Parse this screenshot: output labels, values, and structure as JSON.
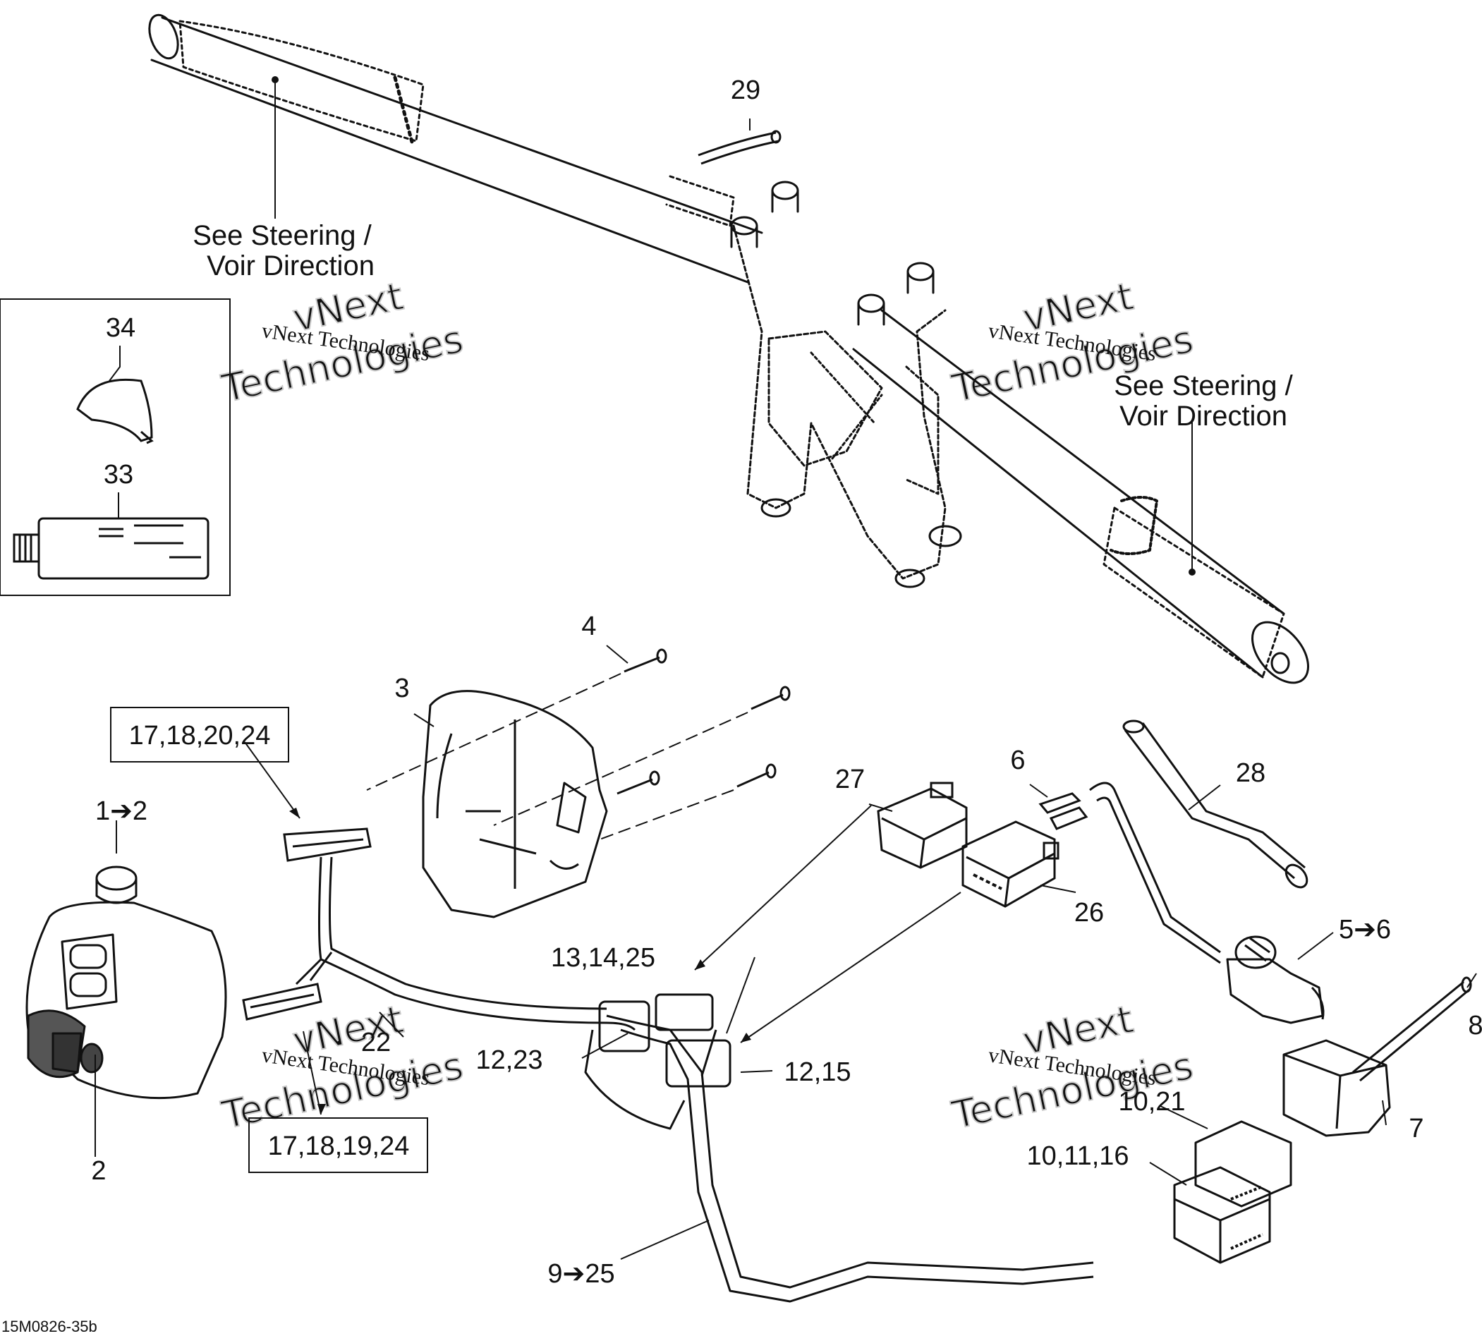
{
  "figure_code": "15M0826-35b",
  "notes": {
    "steering_left": {
      "line1": "See Steering /",
      "line2": "Voir Direction"
    },
    "steering_right": {
      "line1": "See Steering /",
      "line2": "Voir Direction"
    }
  },
  "callouts": {
    "c29": "29",
    "c34": "34",
    "c33": "33",
    "c4": "4",
    "c3": "3",
    "c17_18_20_24": "17,18,20,24",
    "c1_2": "1➔2",
    "c27": "27",
    "c6": "6",
    "c28": "28",
    "c26": "26",
    "c5_6": "5➔6",
    "c13_14_25": "13,14,25",
    "c8": "8",
    "c22": "22",
    "c12_23": "12,23",
    "c12_15": "12,15",
    "c7": "7",
    "c10_21": "10,21",
    "c10_11_16": "10,11,16",
    "c2": "2",
    "c17_18_19_24": "17,18,19,24",
    "c9_25": "9➔25"
  },
  "watermarks": [
    {
      "line1": "vNext Technologies",
      "outline1": "vNext",
      "outline2": "Technologies"
    },
    {
      "line1": "vNext Technologies",
      "outline1": "vNext",
      "outline2": "Technologies"
    },
    {
      "line1": "vNext Technologies",
      "outline1": "vNext",
      "outline2": "Technologies"
    },
    {
      "line1": "vNext Technologies",
      "outline1": "vNext",
      "outline2": "Technologies"
    }
  ],
  "colors": {
    "ink": "#111111",
    "watermark": "#c9c9c9",
    "background": "#ffffff"
  }
}
